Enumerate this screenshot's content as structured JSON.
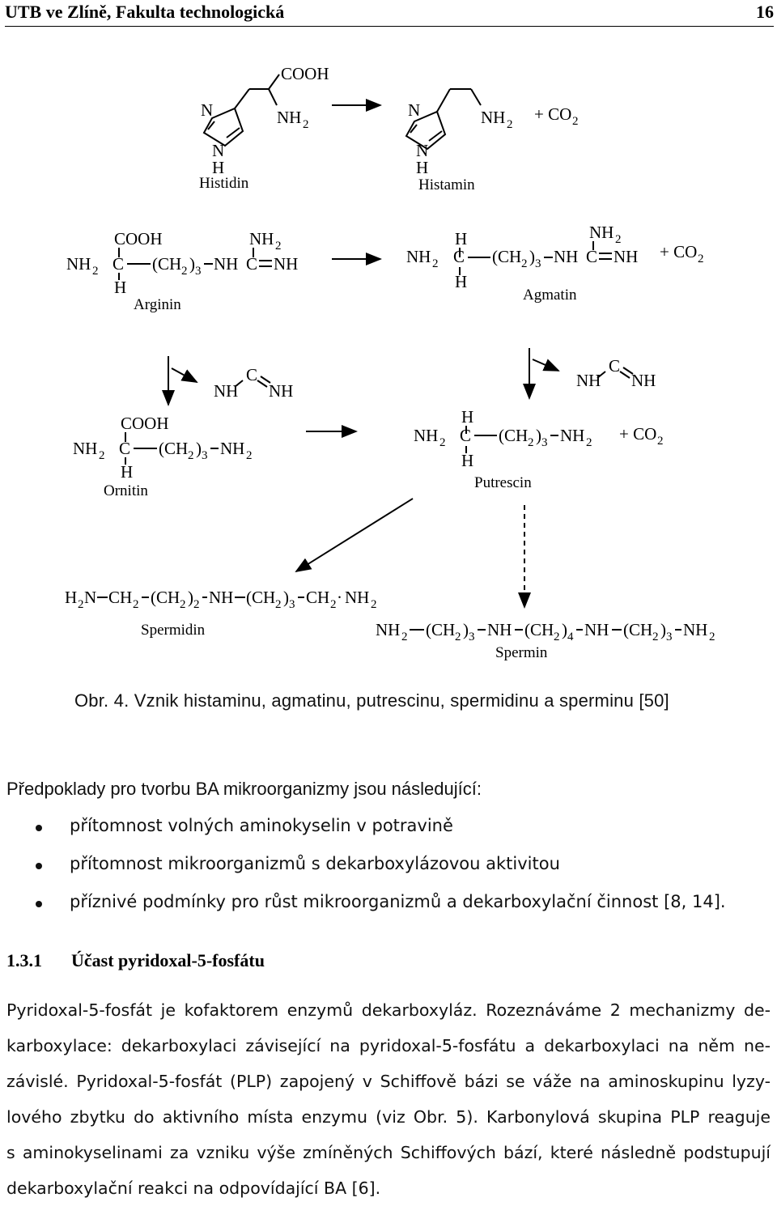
{
  "header": {
    "left": "UTB ve Zlíně, Fakulta technologická",
    "right": "16"
  },
  "figure": {
    "histidin": {
      "name": "Histidin",
      "cooh": "COOH",
      "n_top": "N",
      "n_bot": "N",
      "h": "H"
    },
    "histamin": {
      "name": "Histamin",
      "n_top": "N",
      "n_bot": "N",
      "h": "H",
      "plus_co2": "+ CO"
    },
    "arginin": {
      "name": "Arginin"
    },
    "agmatin": {
      "name": "Agmatin",
      "plus_co2": "+ CO"
    },
    "ornitin": {
      "name": "Ornitin"
    },
    "putrescin": {
      "name": "Putrescin",
      "plus_co2": "+ CO"
    },
    "spermidin": {
      "name": "Spermidin"
    },
    "spermin": {
      "name": "Spermin"
    },
    "atoms": {
      "C": "C",
      "H": "H",
      "NH": "NH",
      "NH2": "NH",
      "COOH": "COOH",
      "CH": "(CH",
      "CH2": "CH",
      "H2N": "H",
      "N": "N",
      "sub2": "2",
      "sub3": "3",
      "sub4": "4"
    }
  },
  "caption": "Obr. 4. Vznik histaminu, agmatinu, putrescinu, spermidinu a sperminu [50]",
  "intro": "Předpoklady pro tvorbu BA mikroorganizmy jsou následující:",
  "bullets": [
    "přítomnost volných aminokyselin v potravině",
    "přítomnost mikroorganizmů s dekarboxylázovou aktivitou",
    "příznivé podmínky pro růst mikroorganizmů a dekarboxylační činnost [8, 14]."
  ],
  "section": {
    "number": "1.3.1",
    "title": "Účast pyridoxal-5-fosfátu"
  },
  "body_lines": [
    "Pyridoxal-5-fosfát je kofaktorem enzymů dekarboxyláz. Rozeznáváme 2 mechanizmy de-",
    "karboxylace: dekarboxylaci závisející na pyridoxal-5-fosfátu a dekarboxylaci na něm ne-",
    "závislé. Pyridoxal-5-fosfát (PLP) zapojený v Schiffově bázi se váže na aminoskupinu lyzy-",
    "lového zbytku do aktivního místa enzymu (viz Obr. 5). Karbonylová skupina PLP reaguje",
    "s aminokyselinami za vzniku výše zmíněných Schiffových bází, které následně podstupují",
    "dekarboxylační reakci na odpovídající BA [6]."
  ]
}
